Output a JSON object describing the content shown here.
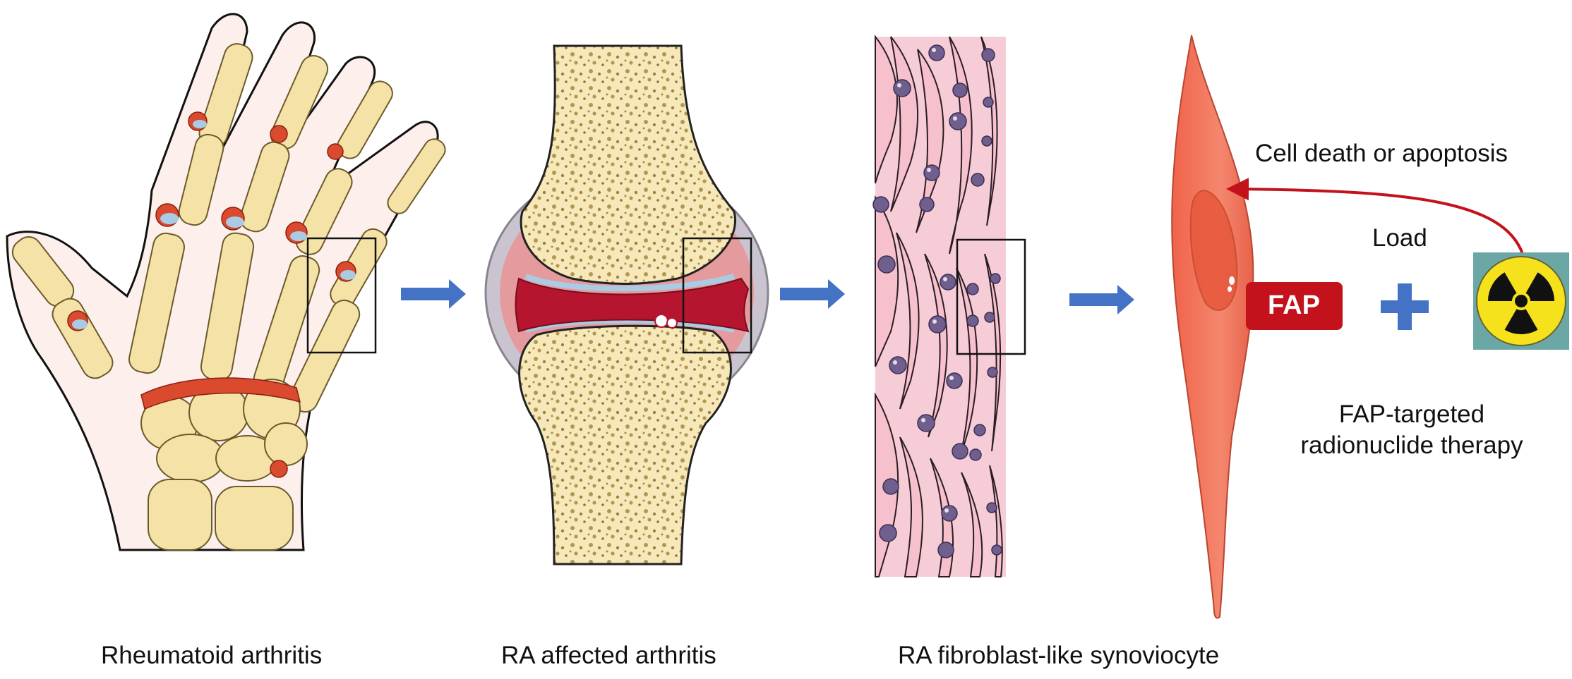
{
  "panels": {
    "hand": {
      "caption": "Rheumatoid arthritis"
    },
    "joint": {
      "caption": "RA affected arthritis"
    },
    "tissue": {
      "caption": "RA fibroblast-like synoviocyte"
    }
  },
  "therapy": {
    "effect": "Cell death or apoptosis",
    "load": "Load",
    "marker": "FAP",
    "method_line1": "FAP-targeted",
    "method_line2": "radionuclide therapy"
  },
  "colors": {
    "arrow": "#4472c4",
    "bone": "#f6e8b8",
    "bone_pores": "#a88b4a",
    "inflammation": "#c0392b",
    "cartilage": "#a9cbe3",
    "cell_pink": "#f7c6d1",
    "nucleus": "#6f5e8e",
    "fibroblast": "#f2785f",
    "fap_badge": "#c3121b",
    "plus": "#4472c4",
    "radiation_bg": "#6aa7a5",
    "radiation_yellow": "#f5e21c"
  },
  "icons": [
    "arrow-right-icon",
    "plus-icon",
    "radiation-icon"
  ]
}
